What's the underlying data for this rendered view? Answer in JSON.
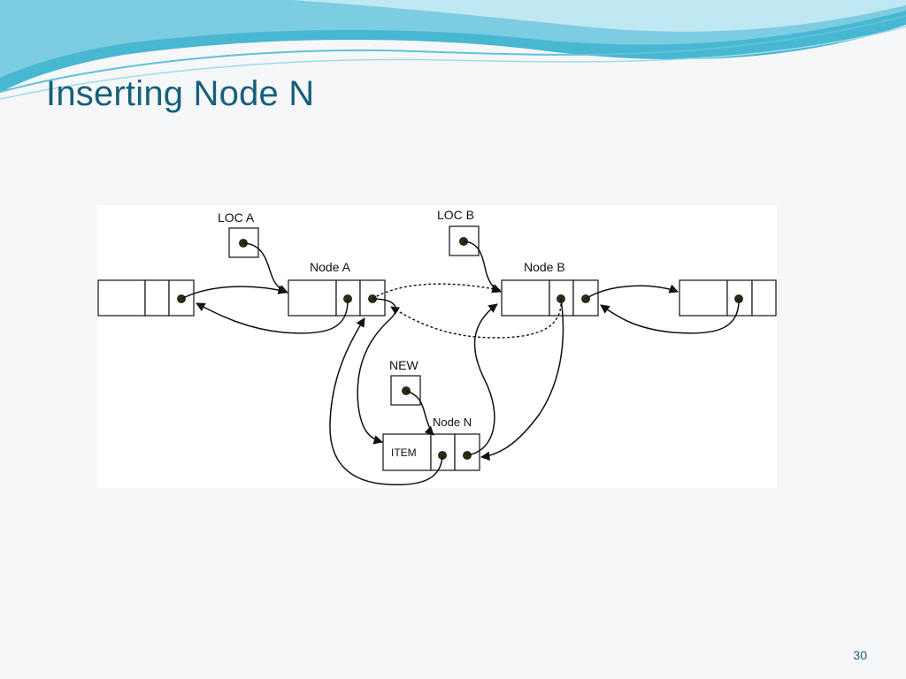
{
  "slide": {
    "title": "Inserting Node N",
    "page_number": "30"
  },
  "diagram": {
    "labels": {
      "loc_a": "LOC A",
      "loc_b": "LOC B",
      "node_a": "Node A",
      "node_b": "Node B",
      "new": "NEW",
      "node_n": "Node N",
      "item": "ITEM"
    }
  },
  "colors": {
    "title": "#17607a",
    "wave_dark": "#3fb3cf",
    "wave_light": "#a9e1ee"
  }
}
